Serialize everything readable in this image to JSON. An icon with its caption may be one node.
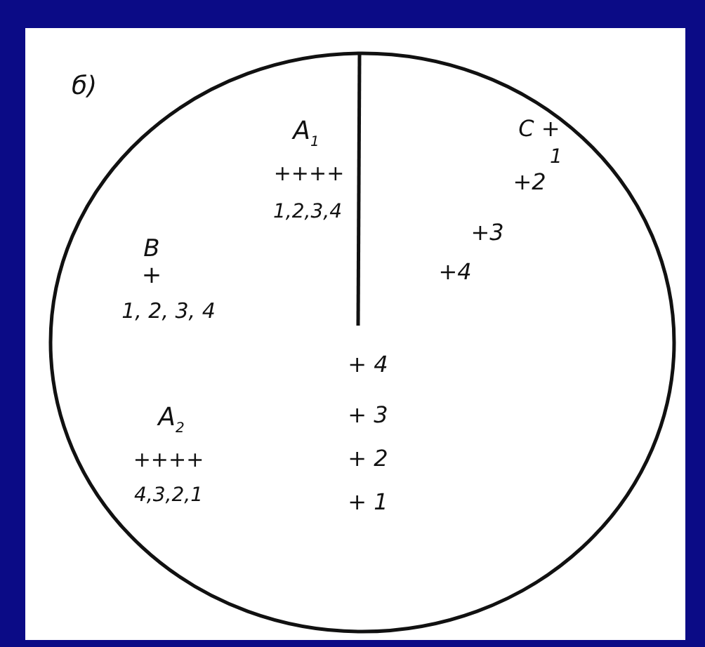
{
  "diagram": {
    "labels": [
      "б)",
      "A$_{1}$",
      "++++",
      "1,2,3,4",
      "C +",
      "1",
      "+2",
      "+3",
      "+4",
      "B",
      "+",
      "1, 2, 3, 4",
      "+ 4",
      "+ 3",
      "A$_{2}$",
      "++++",
      "+ 2",
      "4,3,2,1",
      "+ 1"
    ]
  }
}
